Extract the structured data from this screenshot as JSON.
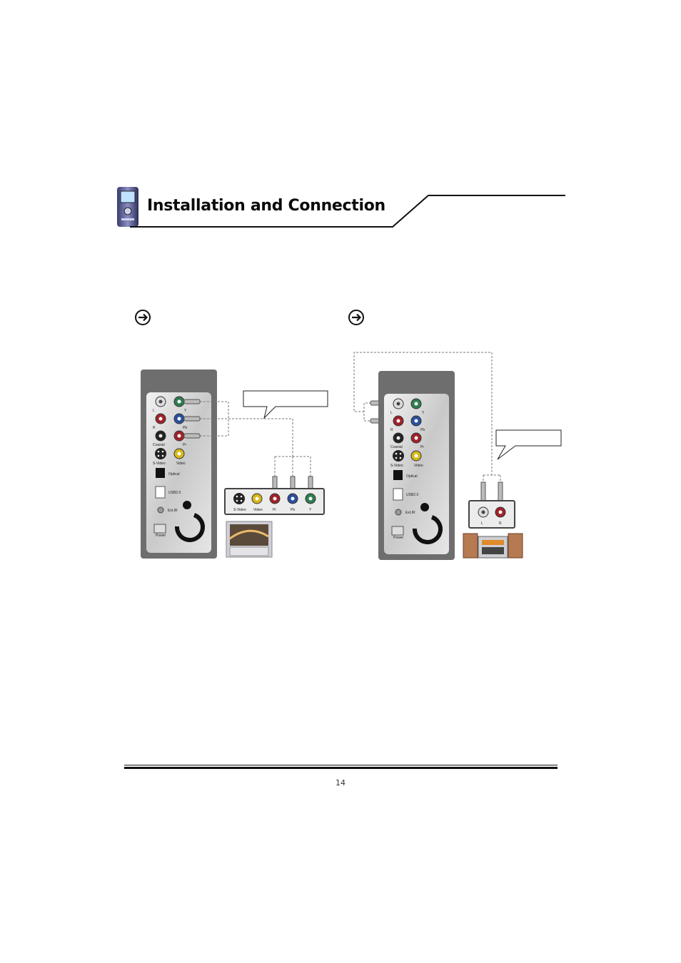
{
  "header": {
    "title": "Installation and Connection"
  },
  "footer": {
    "page_number": "14"
  },
  "device_panel": {
    "labels": {
      "L": "L",
      "R": "R",
      "Y": "Y",
      "Pb": "Pb",
      "Pr": "Pr",
      "Coaxial": "Coaxial",
      "S_Video": "S-Video",
      "Video": "Video",
      "Optical": "Optical",
      "USB": "USB2.0",
      "ExtIR": "Ext.IR",
      "Power": "Power"
    }
  },
  "left_diagram": {
    "tv_jacks": [
      "S-Video",
      "Video",
      "Pr",
      "Pb",
      "Y"
    ]
  },
  "right_diagram": {
    "amp_jacks": [
      "L",
      "R"
    ]
  },
  "colors": {
    "green_jack": "#2e7d4f",
    "blue_jack": "#2a4f9e",
    "red_jack": "#a0222a",
    "yellow_jack": "#d6b81c",
    "panel_dark": "#6e6e6e"
  }
}
